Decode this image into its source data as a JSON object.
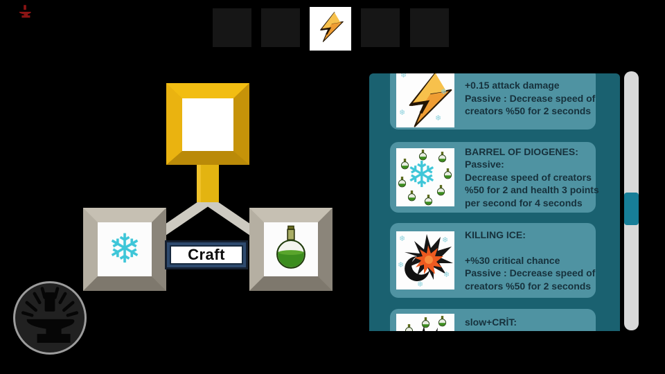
{
  "colors": {
    "background": "#000000",
    "topbar_slot": "#161616",
    "panel_bg": "#1a6170",
    "entry_bg": "#4f93a2",
    "entry_text": "#16313c",
    "scroll_track": "#d9d9d9",
    "scroll_thumb": "#177e98",
    "gold_frame": "#e2ac0d",
    "slot_frame": "#a49e91",
    "snowflake": "#3ec6d8",
    "lightning_orange": "#ef9d33",
    "potion_green": "#3c8d1e",
    "craft_button_navy": "#2e4a6e"
  },
  "glyphs": {
    "snowflake": "❄"
  },
  "topbar": {
    "slots": [
      {
        "id": "slot-1",
        "state": "empty"
      },
      {
        "id": "slot-2",
        "state": "empty"
      },
      {
        "id": "slot-3",
        "state": "selected",
        "icon": "lightning"
      },
      {
        "id": "slot-4",
        "state": "empty"
      },
      {
        "id": "slot-5",
        "state": "empty"
      }
    ]
  },
  "craft": {
    "button_label": "Craft",
    "result_slot": "empty",
    "ingredients": [
      {
        "icon": "snowflake"
      },
      {
        "icon": "potion"
      }
    ]
  },
  "panel": {
    "entries": [
      {
        "icon": "lightning-frost",
        "lines": [
          "+0.15 attack damage",
          "Passive : Decrease speed of",
          "creators %50 for 2 seconds"
        ]
      },
      {
        "icon": "frost-potion",
        "lines": [
          "BARREL OF DIOGENES:",
          "Passive:",
          "Decrease speed of creators",
          "%50 for 2 and health 3 points",
          "per second for 4 seconds"
        ]
      },
      {
        "icon": "bomb-frost",
        "lines": [
          "KILLING ICE:",
          "",
          "+%30 critical chance",
          "Passive : Decrease speed of",
          "creators %50 for 2 seconds"
        ]
      },
      {
        "icon": "potion-crit",
        "lines": [
          "slow+CRİT:"
        ]
      }
    ]
  }
}
